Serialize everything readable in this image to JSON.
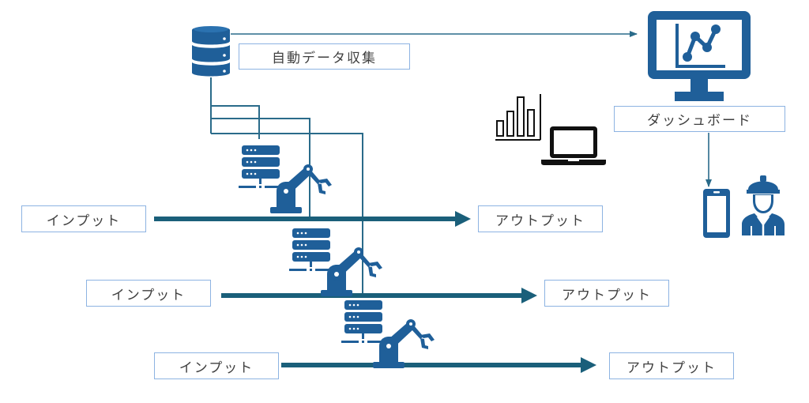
{
  "diagram": {
    "title": "",
    "colors": {
      "icon_blue": "#1f5f99",
      "line_teal": "#2a6b8a",
      "flow_arrow": "#1a5f7a",
      "box_border": "#8db3e2",
      "text": "#404040",
      "black_icon": "#111111"
    },
    "data_collection": {
      "label": "自動データ収集",
      "icon": "database-icon"
    },
    "dashboard": {
      "label": "ダッシュボード",
      "icon": "monitor-line-chart-icon"
    },
    "analysis": {
      "icons": [
        "bar-chart-icon",
        "laptop-icon"
      ]
    },
    "field": {
      "icons": [
        "smartphone-icon",
        "worker-helmet-icon"
      ]
    },
    "production_lines": [
      {
        "input_label": "インプット",
        "output_label": "アウトプット",
        "icons": [
          "server-icon",
          "robot-arm-icon"
        ]
      },
      {
        "input_label": "インプット",
        "output_label": "アウトプット",
        "icons": [
          "server-icon",
          "robot-arm-icon"
        ]
      },
      {
        "input_label": "インプット",
        "output_label": "アウトプット",
        "icons": [
          "server-icon",
          "robot-arm-icon"
        ]
      }
    ]
  }
}
